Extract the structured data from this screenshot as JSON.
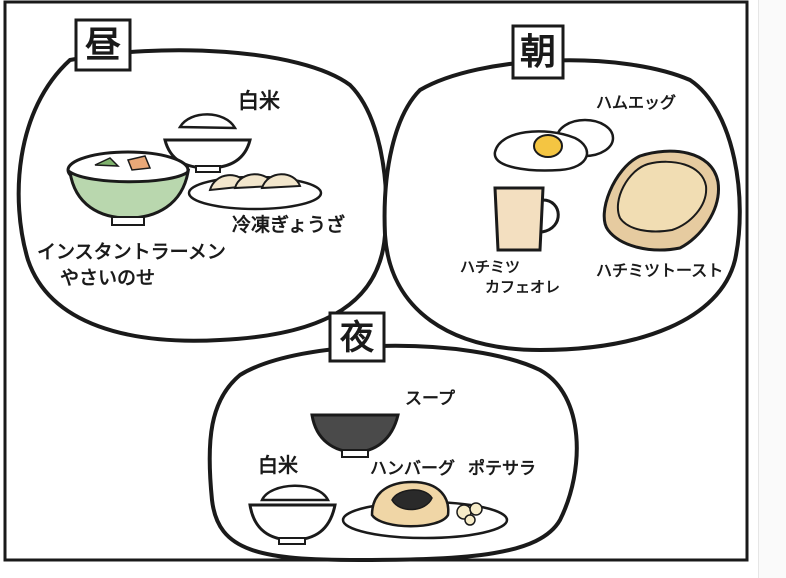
{
  "panels": {
    "lunch": {
      "header": "昼",
      "items": {
        "rice": "白米",
        "gyoza": "冷凍ぎょうざ",
        "ramen_line1": "インスタントラーメン",
        "ramen_line2": "やさいのせ"
      }
    },
    "breakfast": {
      "header": "朝",
      "items": {
        "ham_egg": "ハムエッグ",
        "honey_cafe_line1": "ハチミツ",
        "honey_cafe_line2": "カフェオレ",
        "honey_toast": "ハチミツトースト"
      }
    },
    "dinner": {
      "header": "夜",
      "items": {
        "soup": "スープ",
        "rice": "白米",
        "hamburg": "ハンバーグ",
        "potato_salad": "ポテサラ"
      }
    }
  },
  "colors": {
    "ink": "#1a1a1a",
    "bowl_green": "#b9d7ae",
    "egg_yolk": "#f4c542",
    "coffee_cup": "#f3dfc0",
    "toast": "#f1ddb3",
    "toast_crust": "#e6cba0",
    "gyoza": "#f2e6cc",
    "hamburg": "#f0d6a6",
    "soup_bowl": "#4a4a4a"
  }
}
